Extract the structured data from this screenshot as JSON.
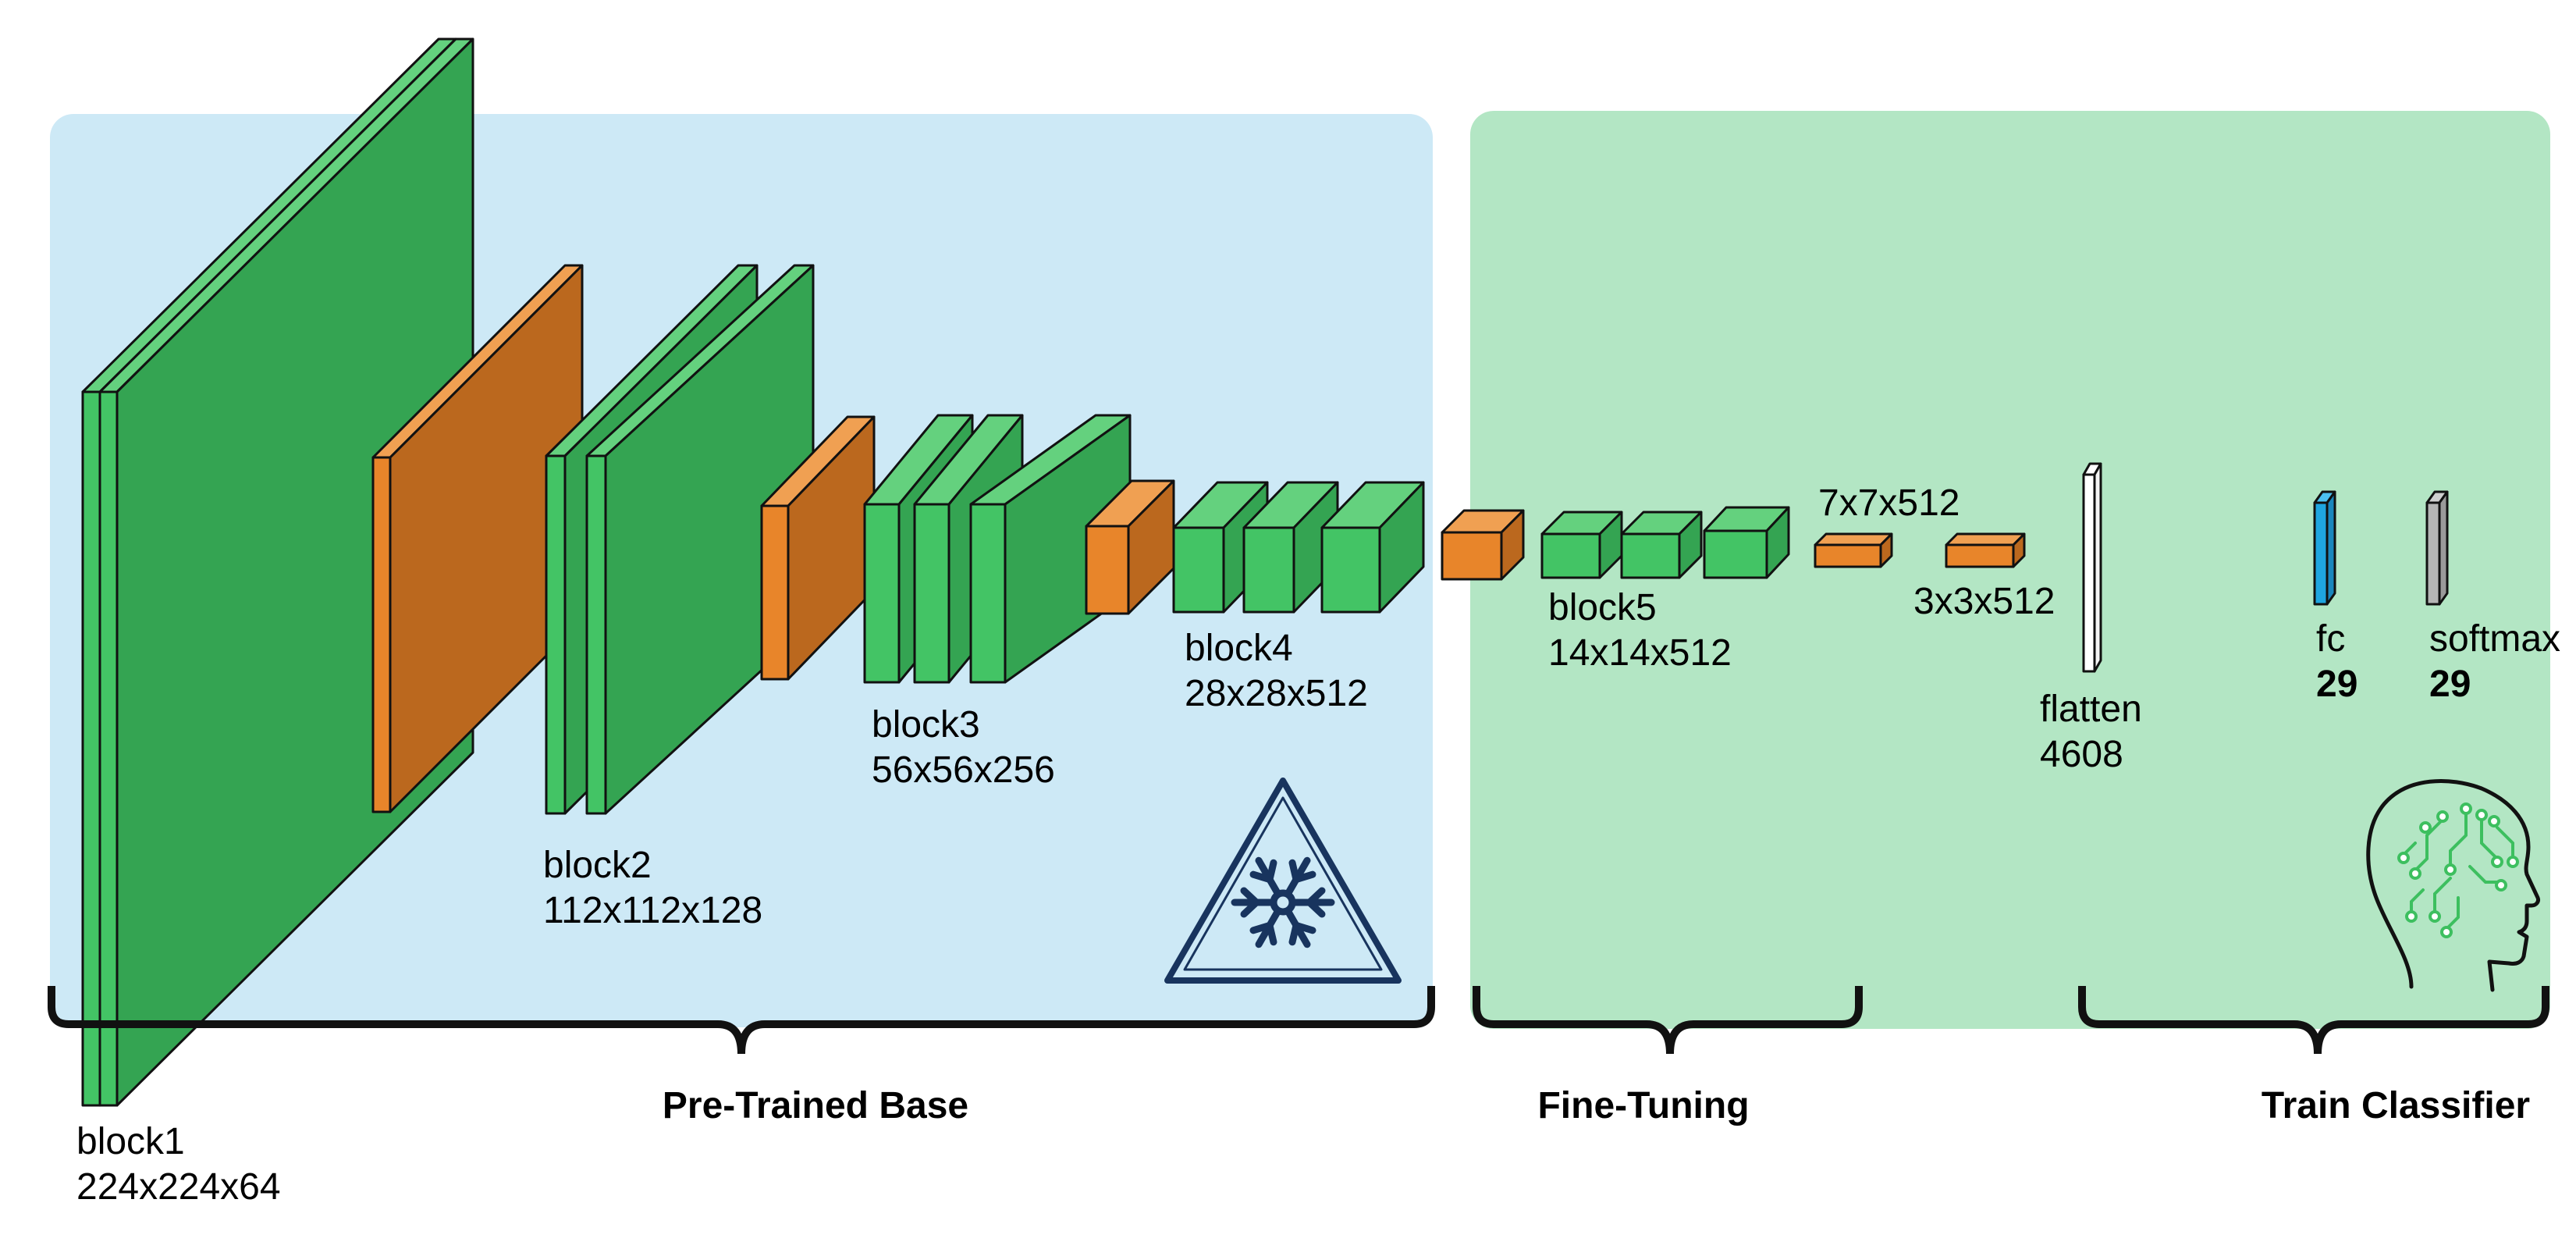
{
  "colors": {
    "frozen_region": "#cde9f6",
    "finetune_region": "#b3e6c4",
    "conv_front": "#43c465",
    "conv_side": "#34a452",
    "conv_top": "#64d17e",
    "pool_front": "#e8852a",
    "pool_side": "#bb681e",
    "pool_top": "#f0a052",
    "fc_color": "#1fa5e0",
    "softmax_color": "#b5b5b5",
    "flatten_color": "#ffffff",
    "bracket": "#111111",
    "snowflake": "#18345e",
    "brain_circuit": "#3dbf5f"
  },
  "icons": [
    "snowflake-warning-icon",
    "head-circuit-brain-icon"
  ],
  "layers": {
    "block1": {
      "name": "block1",
      "dims": "224x224x64"
    },
    "block2": {
      "name": "block2",
      "dims": "112x112x128"
    },
    "block3": {
      "name": "block3",
      "dims": "56x56x256"
    },
    "block4": {
      "name": "block4",
      "dims": "28x28x512"
    },
    "block5": {
      "name": "block5",
      "dims": "14x14x512"
    },
    "pool5": {
      "dims": "7x7x512"
    },
    "pool6": {
      "dims": "3x3x512"
    },
    "flatten": {
      "name": "flatten",
      "dims": "4608"
    },
    "fc": {
      "name": "fc",
      "units": "29"
    },
    "softmax": {
      "name": "softmax",
      "units": "29"
    }
  },
  "sections": {
    "pretrained": "Pre-Trained Base",
    "finetuning": "Fine-Tuning",
    "classifier": "Train Classifier"
  }
}
